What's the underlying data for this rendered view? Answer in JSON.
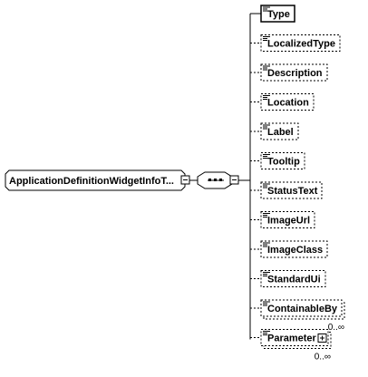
{
  "root": {
    "label": "ApplicationDefinitionWidgetInfoT..."
  },
  "compositor": {
    "kind": "sequence"
  },
  "elements": [
    {
      "label": "Type",
      "required": true,
      "repeating": false,
      "occurrence": "",
      "has_children": false
    },
    {
      "label": "LocalizedType",
      "required": false,
      "repeating": false,
      "occurrence": "",
      "has_children": false
    },
    {
      "label": "Description",
      "required": false,
      "repeating": false,
      "occurrence": "",
      "has_children": false
    },
    {
      "label": "Location",
      "required": false,
      "repeating": false,
      "occurrence": "",
      "has_children": false
    },
    {
      "label": "Label",
      "required": false,
      "repeating": false,
      "occurrence": "",
      "has_children": false
    },
    {
      "label": "Tooltip",
      "required": false,
      "repeating": false,
      "occurrence": "",
      "has_children": false
    },
    {
      "label": "StatusText",
      "required": false,
      "repeating": false,
      "occurrence": "",
      "has_children": false
    },
    {
      "label": "ImageUrl",
      "required": false,
      "repeating": false,
      "occurrence": "",
      "has_children": false
    },
    {
      "label": "ImageClass",
      "required": false,
      "repeating": false,
      "occurrence": "",
      "has_children": false
    },
    {
      "label": "StandardUi",
      "required": false,
      "repeating": false,
      "occurrence": "",
      "has_children": false
    },
    {
      "label": "ContainableBy",
      "required": false,
      "repeating": true,
      "occurrence": "0..∞",
      "has_children": false
    },
    {
      "label": "Parameter",
      "required": false,
      "repeating": true,
      "occurrence": "0..∞",
      "has_children": true
    }
  ]
}
